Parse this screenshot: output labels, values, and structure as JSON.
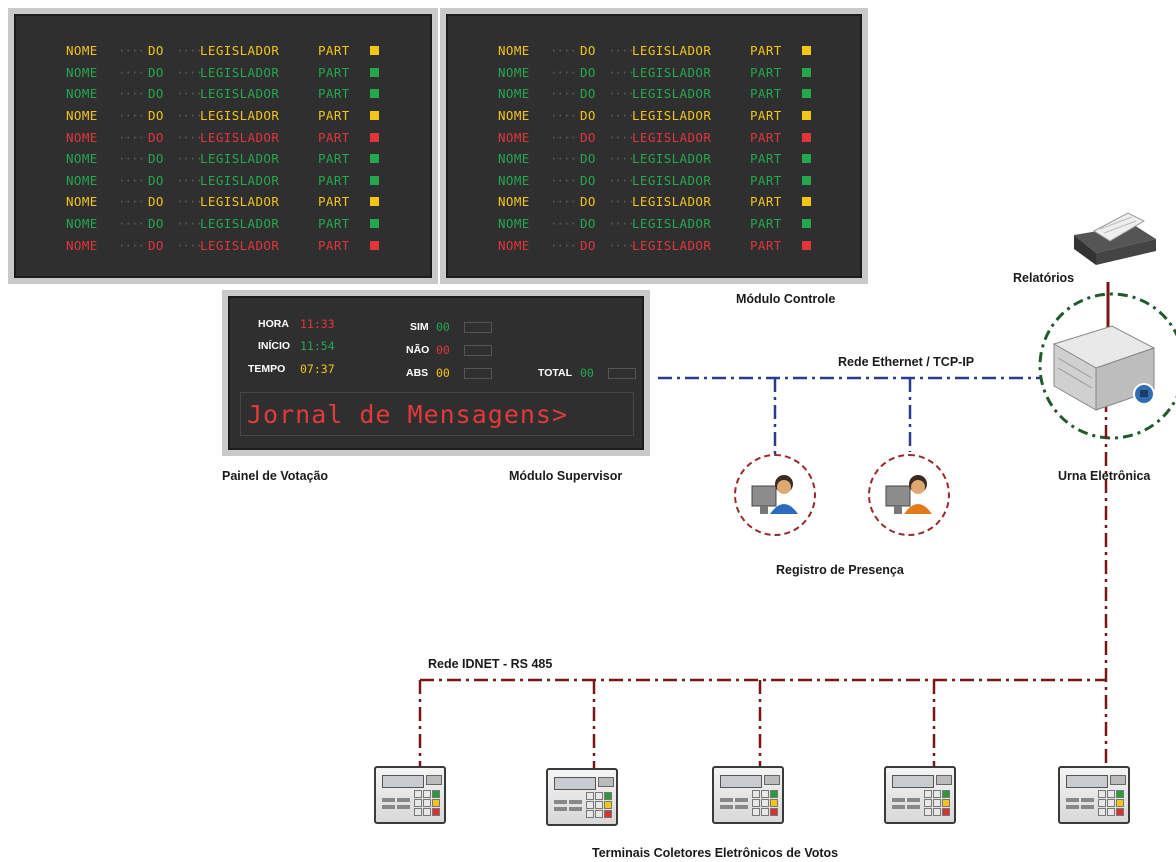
{
  "panels": {
    "left": {
      "rows": [
        {
          "nome": "NOME",
          "do": "DO",
          "leg": "LEGISLADOR",
          "part": "PART",
          "color": "#f2c518"
        },
        {
          "nome": "NOME",
          "do": "DO",
          "leg": "LEGISLADOR",
          "part": "PART",
          "color": "#23a84e"
        },
        {
          "nome": "NOME",
          "do": "DO",
          "leg": "LEGISLADOR",
          "part": "PART",
          "color": "#23a84e"
        },
        {
          "nome": "NOME",
          "do": "DO",
          "leg": "LEGISLADOR",
          "part": "PART",
          "color": "#f2c518"
        },
        {
          "nome": "NOME",
          "do": "DO",
          "leg": "LEGISLADOR",
          "part": "PART",
          "color": "#e0363b"
        },
        {
          "nome": "NOME",
          "do": "DO",
          "leg": "LEGISLADOR",
          "part": "PART",
          "color": "#23a84e"
        },
        {
          "nome": "NOME",
          "do": "DO",
          "leg": "LEGISLADOR",
          "part": "PART",
          "color": "#23a84e"
        },
        {
          "nome": "NOME",
          "do": "DO",
          "leg": "LEGISLADOR",
          "part": "PART",
          "color": "#f2c518"
        },
        {
          "nome": "NOME",
          "do": "DO",
          "leg": "LEGISLADOR",
          "part": "PART",
          "color": "#23a84e"
        },
        {
          "nome": "NOME",
          "do": "DO",
          "leg": "LEGISLADOR",
          "part": "PART",
          "color": "#e0363b"
        }
      ]
    },
    "right": {
      "rows": [
        {
          "nome": "NOME",
          "do": "DO",
          "leg": "LEGISLADOR",
          "part": "PART",
          "color": "#f2c518"
        },
        {
          "nome": "NOME",
          "do": "DO",
          "leg": "LEGISLADOR",
          "part": "PART",
          "color": "#23a84e"
        },
        {
          "nome": "NOME",
          "do": "DO",
          "leg": "LEGISLADOR",
          "part": "PART",
          "color": "#23a84e"
        },
        {
          "nome": "NOME",
          "do": "DO",
          "leg": "LEGISLADOR",
          "part": "PART",
          "color": "#f2c518"
        },
        {
          "nome": "NOME",
          "do": "DO",
          "leg": "LEGISLADOR",
          "part": "PART",
          "color": "#e0363b"
        },
        {
          "nome": "NOME",
          "do": "DO",
          "leg": "LEGISLADOR",
          "part": "PART",
          "color": "#23a84e"
        },
        {
          "nome": "NOME",
          "do": "DO",
          "leg": "LEGISLADOR",
          "part": "PART",
          "color": "#23a84e"
        },
        {
          "nome": "NOME",
          "do": "DO",
          "leg": "LEGISLADOR",
          "part": "PART",
          "color": "#f2c518"
        },
        {
          "nome": "NOME",
          "do": "DO",
          "leg": "LEGISLADOR",
          "part": "PART",
          "color": "#23a84e"
        },
        {
          "nome": "NOME",
          "do": "DO",
          "leg": "LEGISLADOR",
          "part": "PART",
          "color": "#e0363b"
        }
      ]
    }
  },
  "supervisor": {
    "hora_label": "HORA",
    "hora_value": "11:33",
    "inicio_label": "INÍCIO",
    "inicio_value": "11:54",
    "tempo_label": "TEMPO",
    "tempo_value": "07:37",
    "sim_label": "SIM",
    "sim_value": "00",
    "nao_label": "NÃO",
    "nao_value": "00",
    "abs_label": "ABS",
    "abs_value": "00",
    "total_label": "TOTAL",
    "total_value": "00",
    "journal": "Jornal de Mensagens>"
  },
  "captions": {
    "modulo_controle": "Módulo Controle",
    "painel_votacao": "Painel de Votação",
    "modulo_supervisor": "Módulo Supervisor",
    "rede_ethernet": "Rede Ethernet  /  TCP-IP",
    "relatorios": "Relatórios",
    "urna": "Urna Eletrônica",
    "registro": "Registro de Presença",
    "rede_idnet": "Rede IDNET  -  RS 485",
    "terminais": "Terminais Coletores  Eletrônicos  de  Votos"
  },
  "colors": {
    "yellow": "#f2c518",
    "green": "#23a84e",
    "red": "#e0363b",
    "ethernet_line": "#2b3a8f",
    "idnet_line": "#7a1515",
    "urna_circle": "#1f5a2a"
  },
  "icons": [
    "printer-icon",
    "server-icon",
    "person-computer-icon",
    "terminal-icon"
  ]
}
